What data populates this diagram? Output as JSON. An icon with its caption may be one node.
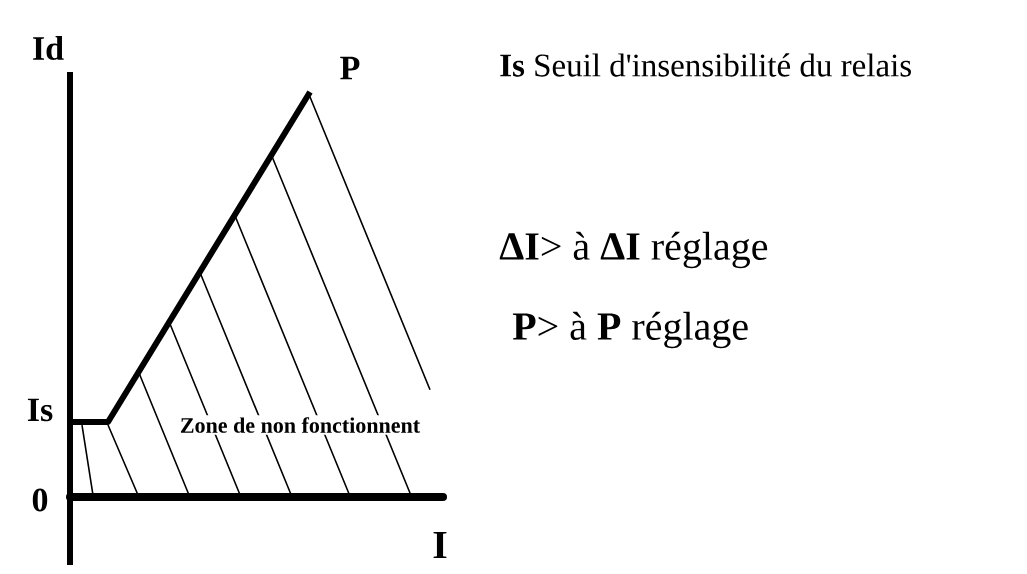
{
  "diagram": {
    "labels": [
      "Id",
      "P",
      "**Is**  Seuil d'insensibilité du relais",
      "**ΔI**> à **ΔI** réglage",
      "**P**> à **P** réglage",
      "Is",
      "Zone de non fonctionnent",
      "0",
      "I"
    ]
  }
}
